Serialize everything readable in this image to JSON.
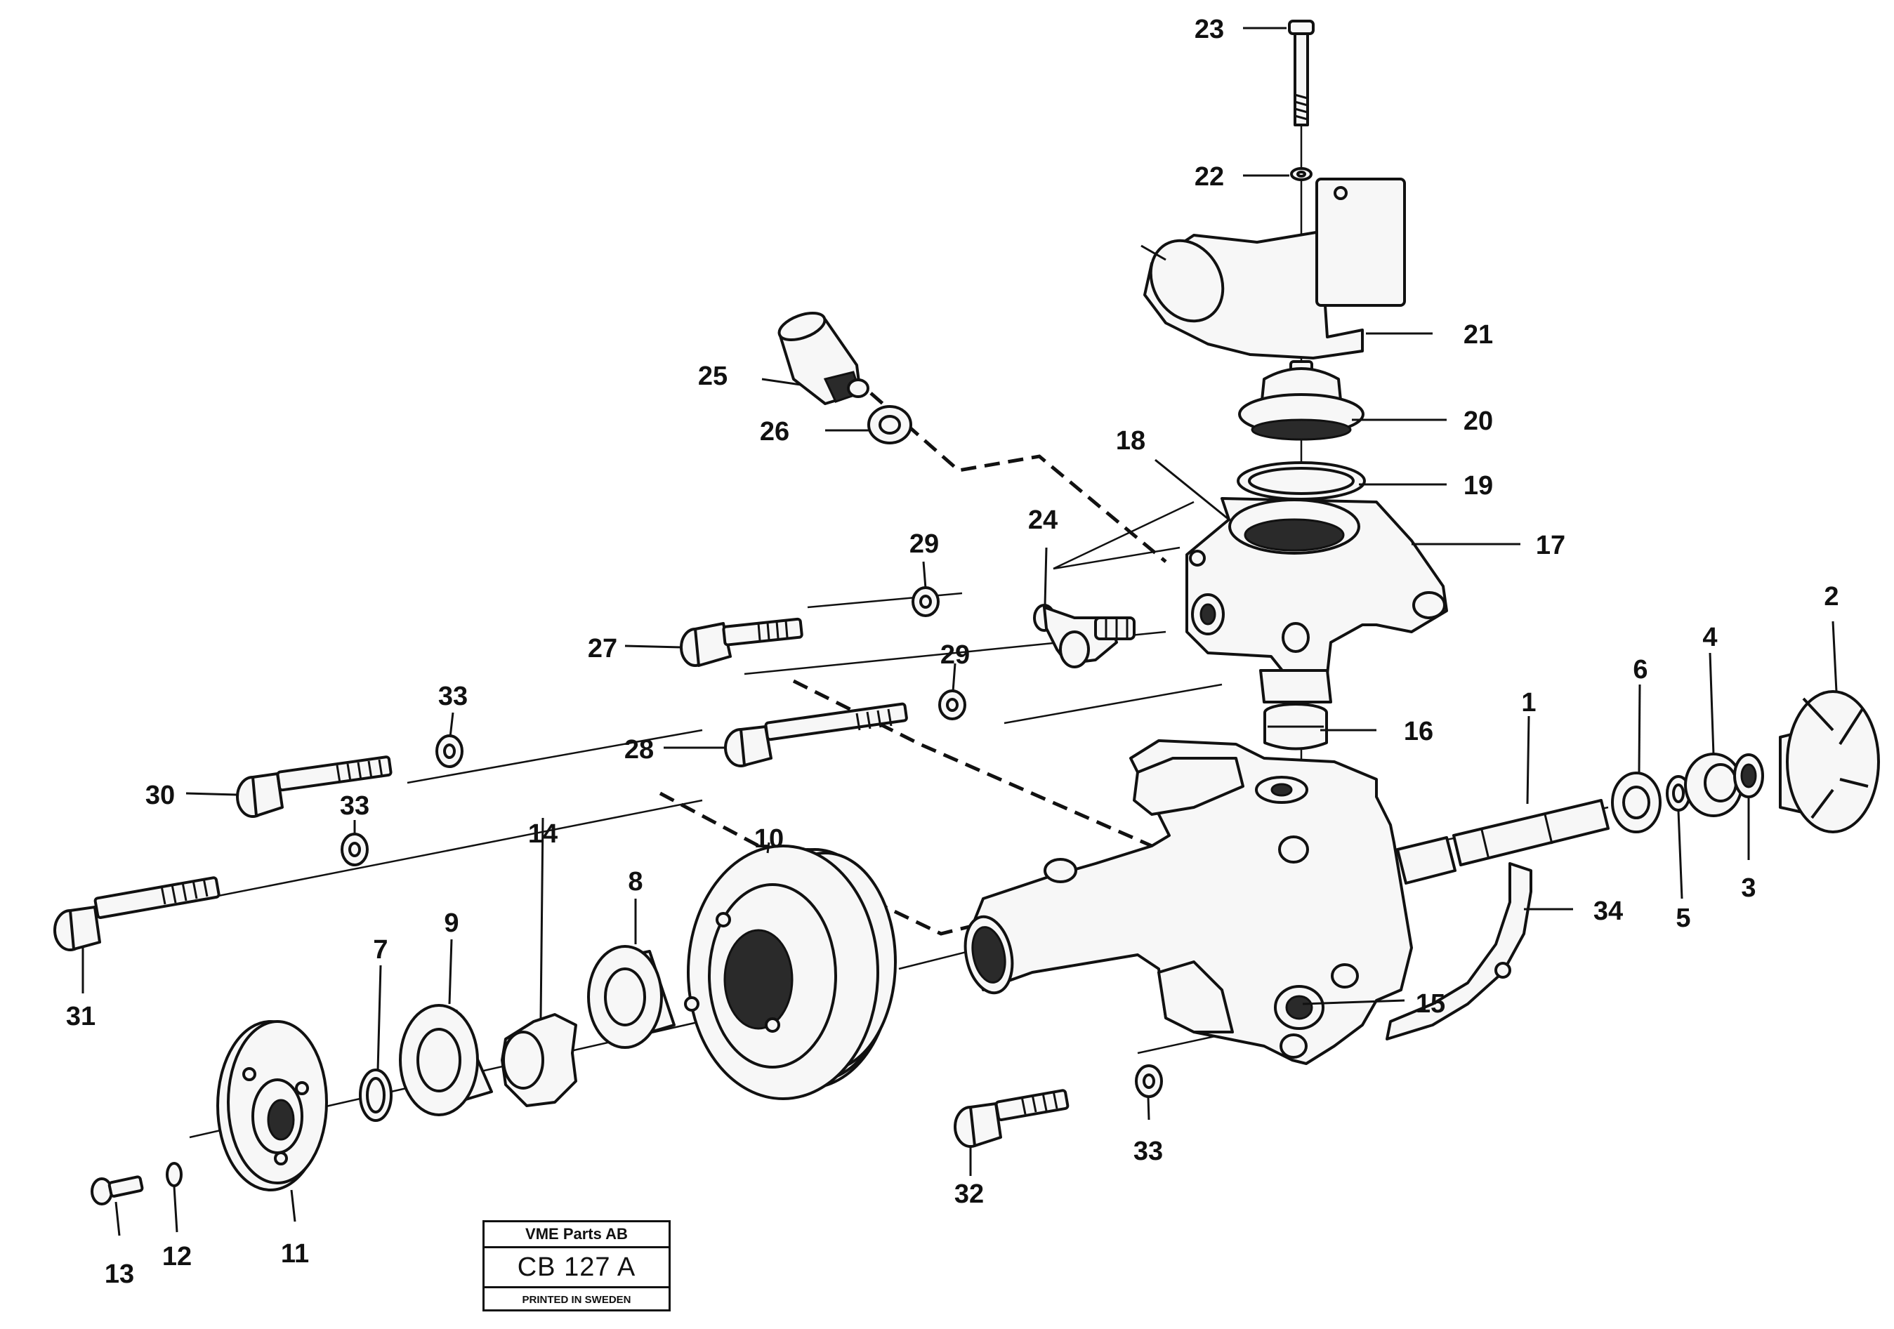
{
  "labels": {
    "p1": "1",
    "p2": "2",
    "p3": "3",
    "p4": "4",
    "p5": "5",
    "p6": "6",
    "p7": "7",
    "p8": "8",
    "p9": "9",
    "p10": "10",
    "p11": "11",
    "p12": "12",
    "p13": "13",
    "p14": "14",
    "p15": "15",
    "p16": "16",
    "p17": "17",
    "p18": "18",
    "p19": "19",
    "p20": "20",
    "p21": "21",
    "p22": "22",
    "p23": "23",
    "p24": "24",
    "p25": "25",
    "p26": "26",
    "p27": "27",
    "p28": "28",
    "p29a": "29",
    "p29b": "29",
    "p30": "30",
    "p31": "31",
    "p32": "32",
    "p33a": "33",
    "p33b": "33",
    "p33c": "33",
    "p34": "34"
  },
  "stamp": {
    "company": "VME Parts AB",
    "code": "CB 127 A",
    "printed": "PRINTED IN SWEDEN"
  }
}
